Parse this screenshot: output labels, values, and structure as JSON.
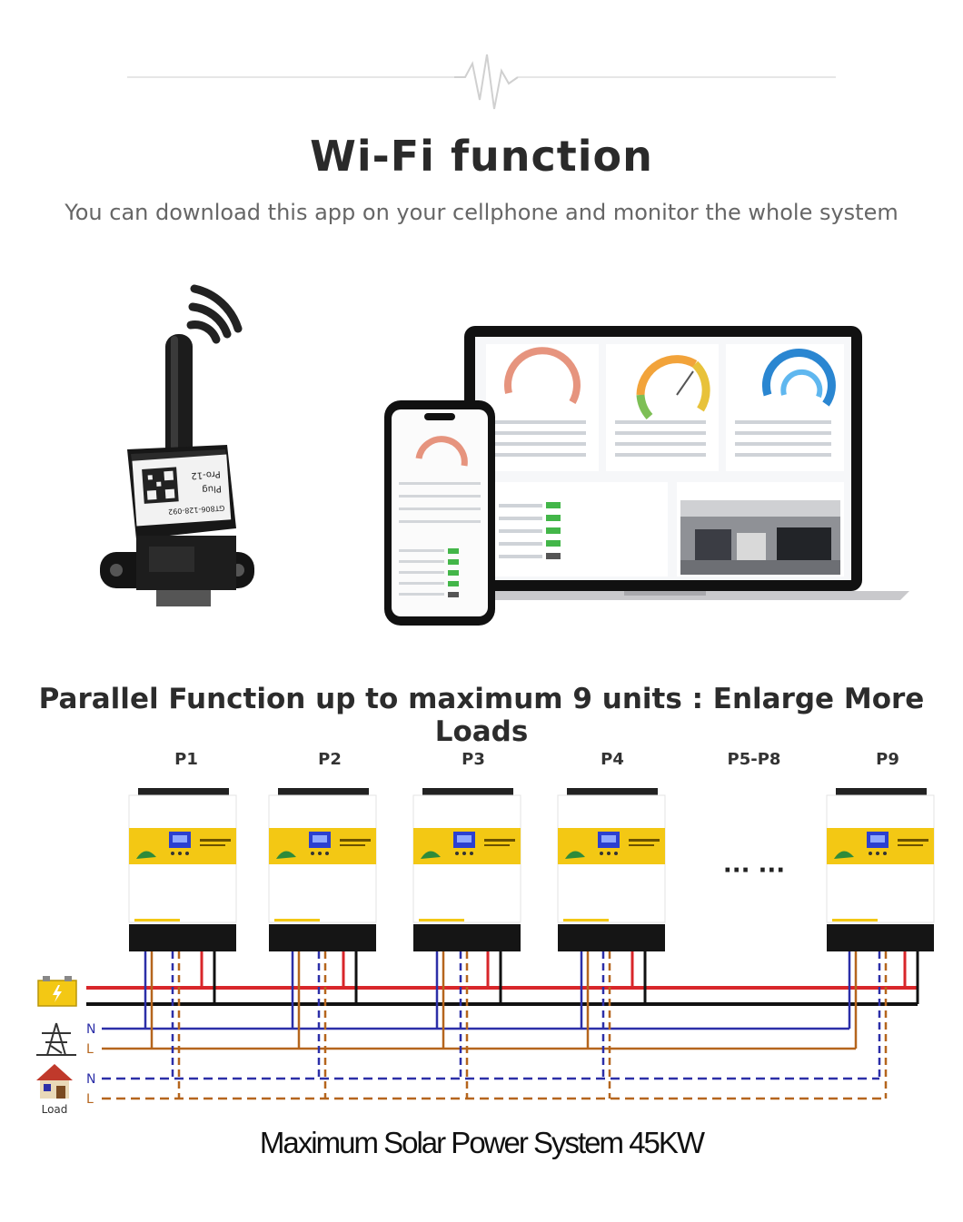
{
  "header": {
    "title": "Wi-Fi function",
    "subtitle": "You can download this app on your cellphone and monitor the whole system"
  },
  "dongle": {
    "model_text": "Pro-12",
    "plus_text": "Plug",
    "serial_text": "GT806-128-092"
  },
  "parallel": {
    "title": "Parallel Function up to maximum 9 units : Enlarge More Loads",
    "units": [
      {
        "label": "P1"
      },
      {
        "label": "P2"
      },
      {
        "label": "P3"
      },
      {
        "label": "P4"
      },
      {
        "label": "P5-P8"
      },
      {
        "label": "P9"
      }
    ],
    "ellipsis": "··· ···",
    "wire_labels": {
      "grid_n": "N",
      "grid_l": "L",
      "load_n": "N",
      "load_l": "L"
    },
    "load_label": "Load"
  },
  "footer": "Maximum Solar Power System 45KW",
  "colors": {
    "yellow": "#f3c814",
    "red": "#d8262a",
    "black": "#111111",
    "blue": "#2c2fa8",
    "brown": "#b5651d"
  }
}
